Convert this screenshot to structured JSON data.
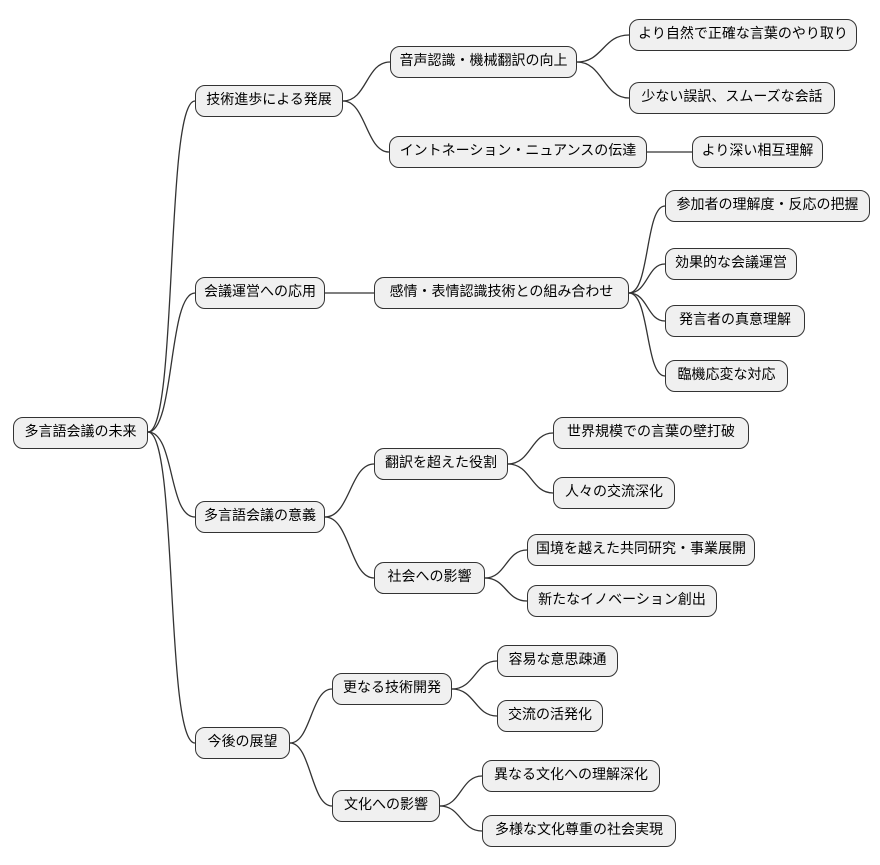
{
  "diagram_type": "mindmap",
  "colors": {
    "background": "#ffffff",
    "node_fill": "#f0f0f0",
    "node_border": "#333333",
    "link": "#333333",
    "text": "#000000"
  },
  "mindmap": {
    "root": {
      "label": "多言語会議の未来"
    },
    "branches": [
      {
        "label": "技術進歩による発展",
        "children": [
          {
            "label": "音声認識・機械翻訳の向上",
            "children": [
              {
                "label": "より自然で正確な言葉のやり取り"
              },
              {
                "label": "少ない誤訳、スムーズな会話"
              }
            ]
          },
          {
            "label": "イントネーション・ニュアンスの伝達",
            "children": [
              {
                "label": "より深い相互理解"
              }
            ]
          }
        ]
      },
      {
        "label": "会議運営への応用",
        "children": [
          {
            "label": "感情・表情認識技術との組み合わせ",
            "children": [
              {
                "label": "参加者の理解度・反応の把握"
              },
              {
                "label": "効果的な会議運営"
              },
              {
                "label": "発言者の真意理解"
              },
              {
                "label": "臨機応変な対応"
              }
            ]
          }
        ]
      },
      {
        "label": "多言語会議の意義",
        "children": [
          {
            "label": "翻訳を超えた役割",
            "children": [
              {
                "label": "世界規模での言葉の壁打破"
              },
              {
                "label": "人々の交流深化"
              }
            ]
          },
          {
            "label": "社会への影響",
            "children": [
              {
                "label": "国境を越えた共同研究・事業展開"
              },
              {
                "label": "新たなイノベーション創出"
              }
            ]
          }
        ]
      },
      {
        "label": "今後の展望",
        "children": [
          {
            "label": "更なる技術開発",
            "children": [
              {
                "label": "容易な意思疎通"
              },
              {
                "label": "交流の活発化"
              }
            ]
          },
          {
            "label": "文化への影響",
            "children": [
              {
                "label": "異なる文化への理解深化"
              },
              {
                "label": "多様な文化尊重の社会実現"
              }
            ]
          }
        ]
      }
    ]
  }
}
